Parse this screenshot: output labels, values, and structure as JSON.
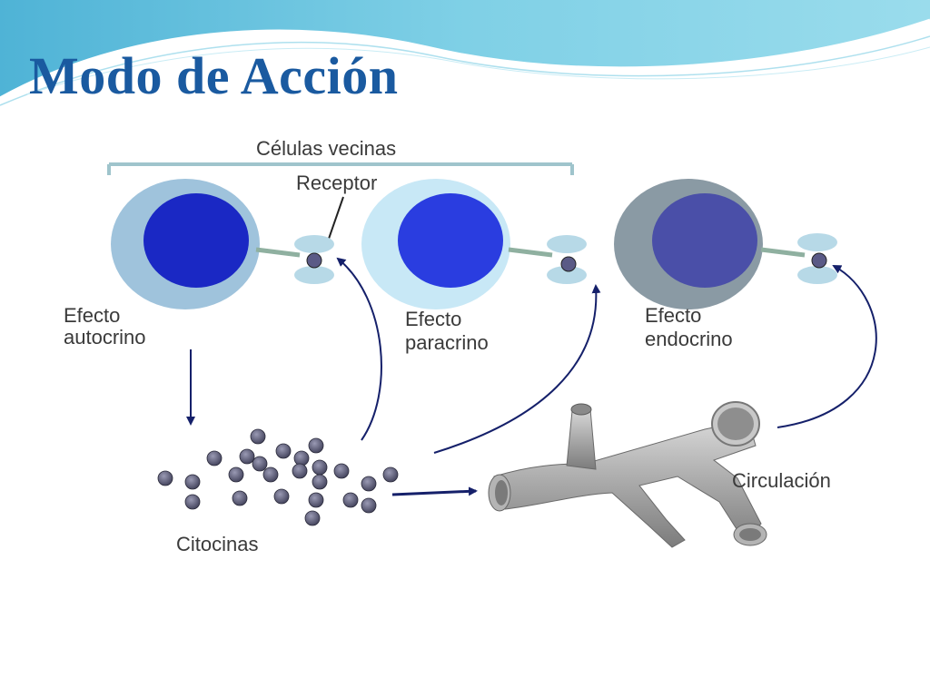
{
  "slide": {
    "title": "Modo de Acción"
  },
  "diagram": {
    "labels": {
      "neighbor_cells": "Células vecinas",
      "receptor": "Receptor",
      "autocrine_line1": "Efecto",
      "autocrine_line2": "autocrino",
      "paracrine_line1": "Efecto",
      "paracrine_line2": "paracrino",
      "endocrine_line1": "Efecto",
      "endocrine_line2": "endocrino",
      "cytokines": "Citocinas",
      "circulation": "Circulación"
    },
    "colors": {
      "accent_title": "#1a5aa0",
      "cell1_nucleus": "#1a28c4",
      "cell1_body": "#9fc3dc",
      "cell2_nucleus": "#2a3de0",
      "cell2_body": "#c8e8f6",
      "cell3_nucleus": "#4a4fa8",
      "cell3_body": "#8a9aa4",
      "arrow": "#15206a",
      "cytokine": "#55556e"
    }
  }
}
